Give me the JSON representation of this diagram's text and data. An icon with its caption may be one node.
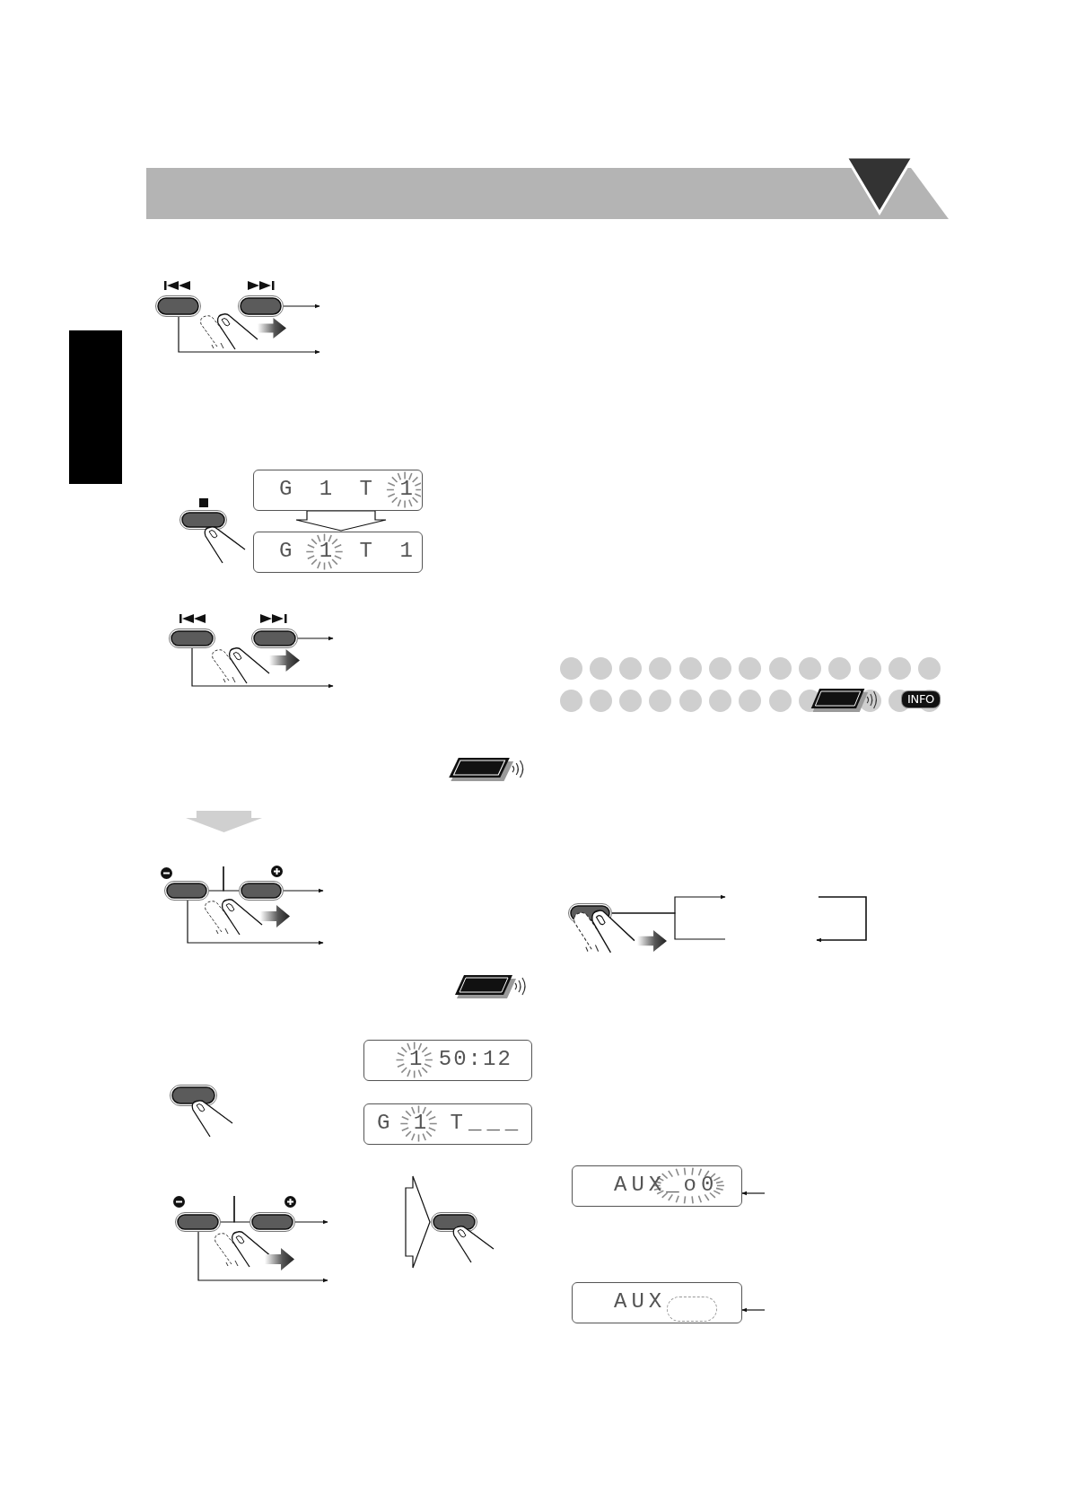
{
  "diagram": {
    "nodes": [
      {
        "text": [],
        "shape": "button"
      },
      {
        "text": [],
        "shape": "button"
      },
      {
        "text": [],
        "shape": "box"
      },
      {
        "text": [],
        "shape": "button"
      },
      {
        "text": [
          "G 1 T 1"
        ]
      },
      {
        "text": [
          "G 1 T 1"
        ]
      },
      {
        "text": [],
        "shape": "button"
      },
      {
        "text": [],
        "shape": "button"
      },
      {
        "text": [],
        "shape": "arrow"
      },
      {
        "text": [],
        "shape": "button"
      },
      {
        "text": [],
        "shape": "button"
      },
      {
        "text": [],
        "shape": "button"
      },
      {
        "text": [
          "1 50:12"
        ]
      },
      {
        "text": [
          "G 1 T___"
        ]
      },
      {
        "text": [],
        "shape": "button"
      },
      {
        "text": [],
        "shape": "button"
      },
      {
        "text": [],
        "shape": "button"
      },
      {
        "text": [
          "INFO"
        ]
      },
      {
        "text": [],
        "shape": "button"
      },
      {
        "text": [
          "AUX_o0"
        ]
      },
      {
        "text": [
          "AUX"
        ]
      }
    ],
    "edges": [
      {
        "from": 1,
        "to": null,
        "arrow": "to"
      },
      {
        "from": 0,
        "to": null,
        "arrow": "to"
      },
      {
        "from": 4,
        "to": 5,
        "arrow": "to"
      },
      {
        "from": 7,
        "to": null,
        "arrow": "to"
      },
      {
        "from": 6,
        "to": null,
        "arrow": "to"
      },
      {
        "from": 9,
        "to": null,
        "arrow": "none"
      },
      {
        "from": 10,
        "to": null,
        "arrow": "none"
      },
      {
        "from": 10,
        "to": null,
        "arrow": "to"
      },
      {
        "from": 9,
        "to": null,
        "arrow": "to"
      },
      {
        "from": 14,
        "to": null,
        "arrow": "none"
      },
      {
        "from": 15,
        "to": null,
        "arrow": "none"
      },
      {
        "from": 15,
        "to": null,
        "arrow": "to"
      },
      {
        "from": 14,
        "to": null,
        "arrow": "to"
      },
      {
        "from": null,
        "to": 16,
        "arrow": "to"
      },
      {
        "from": 18,
        "to": null,
        "arrow": "to"
      },
      {
        "from": 18,
        "to": null,
        "arrow": "none"
      },
      {
        "from": null,
        "to": 19,
        "arrow": "to"
      },
      {
        "from": null,
        "to": 20,
        "arrow": "to"
      }
    ]
  }
}
